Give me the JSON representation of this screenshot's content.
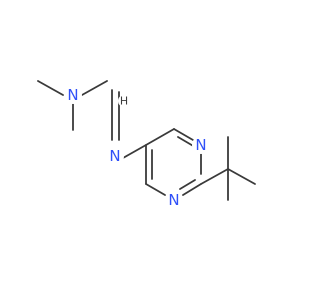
{
  "molecule": {
    "colors": {
      "bond": "#3a3a3a",
      "nitrogen": "#3050f8",
      "hydrogen": "#3a3a3a"
    },
    "atoms": [
      {
        "id": "n-amine",
        "symbol": "N",
        "element": "nitrogen"
      },
      {
        "id": "h-methine",
        "symbol": "H",
        "element": "hydrogen"
      },
      {
        "id": "n-imine",
        "symbol": "N",
        "element": "nitrogen"
      },
      {
        "id": "n-ring-upper",
        "symbol": "N",
        "element": "nitrogen"
      },
      {
        "id": "n-ring-lower",
        "symbol": "N",
        "element": "nitrogen"
      }
    ]
  }
}
